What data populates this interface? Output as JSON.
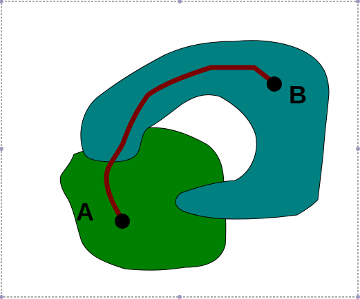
{
  "diagram": {
    "colors": {
      "background": "#ffffff",
      "frame": "#555555",
      "handle": "#9a9ac0",
      "region_green": "#008000",
      "region_teal": "#008080",
      "region_outline": "#000000",
      "path": "#7a0000",
      "point": "#000000"
    },
    "points": [
      {
        "id": "a",
        "label": "A"
      },
      {
        "id": "b",
        "label": "B"
      }
    ]
  }
}
